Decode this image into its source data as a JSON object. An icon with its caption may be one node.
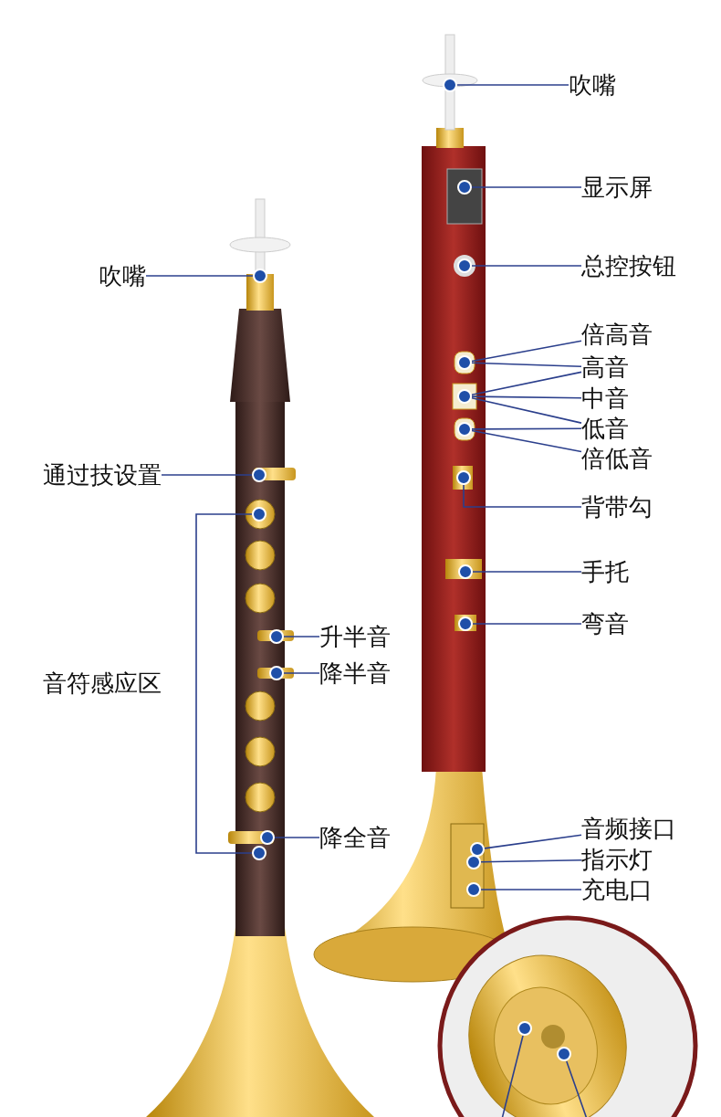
{
  "diagram": {
    "nodes": [
      {
        "text": [
          "吹嘴"
        ]
      },
      {
        "text": [],
        "shape": "circle"
      },
      {
        "text": [
          "显示屏"
        ]
      },
      {
        "text": [],
        "shape": "circle"
      },
      {
        "text": [
          "总控按钮"
        ]
      },
      {
        "text": [],
        "shape": "circle"
      },
      {
        "text": [
          "吹嘴"
        ]
      },
      {
        "text": [],
        "shape": "circle"
      },
      {
        "text": [
          "倍高音"
        ]
      },
      {
        "text": [
          "高音"
        ]
      },
      {
        "text": [
          "中音"
        ]
      },
      {
        "text": [
          "低音"
        ]
      },
      {
        "text": [
          "倍低音"
        ]
      },
      {
        "text": [],
        "shape": "circle"
      },
      {
        "text": [],
        "shape": "circle"
      },
      {
        "text": [],
        "shape": "circle"
      },
      {
        "text": [
          "通过技设置"
        ]
      },
      {
        "text": [],
        "shape": "circle"
      },
      {
        "text": [
          "背带勾"
        ]
      },
      {
        "text": [],
        "shape": "circle"
      },
      {
        "text": [],
        "shape": "circle"
      },
      {
        "text": [
          "手托"
        ]
      },
      {
        "text": [],
        "shape": "circle"
      },
      {
        "text": [
          "弯音"
        ]
      },
      {
        "text": [],
        "shape": "circle"
      },
      {
        "text": [
          "升半音"
        ]
      },
      {
        "text": [],
        "shape": "circle"
      },
      {
        "text": [
          "降半音"
        ]
      },
      {
        "text": [],
        "shape": "circle"
      },
      {
        "text": [
          "降全音"
        ]
      },
      {
        "text": [],
        "shape": "circle"
      },
      {
        "text": [],
        "shape": "circle"
      },
      {
        "text": [
          "音频接口"
        ]
      },
      {
        "text": [],
        "shape": "circle"
      },
      {
        "text": [
          "指示灯"
        ]
      },
      {
        "text": [],
        "shape": "circle"
      },
      {
        "text": [
          "充电口"
        ]
      },
      {
        "text": [],
        "shape": "circle"
      },
      {
        "text": [],
        "shape": "circle"
      },
      {
        "text": [],
        "shape": "circle"
      }
    ],
    "edges": [
      {
        "from": 0,
        "to": 1,
        "arrow": "none"
      },
      {
        "from": 2,
        "to": 3,
        "arrow": "none"
      },
      {
        "from": 4,
        "to": 5,
        "arrow": "none"
      },
      {
        "from": 6,
        "to": 7,
        "arrow": "none"
      },
      {
        "from": 8,
        "to": 13,
        "arrow": "none"
      },
      {
        "from": 9,
        "to": 13,
        "arrow": "none"
      },
      {
        "from": 9,
        "to": 14,
        "arrow": "none"
      },
      {
        "from": 10,
        "to": 14,
        "arrow": "none"
      },
      {
        "from": 11,
        "to": 14,
        "arrow": "none"
      },
      {
        "from": 11,
        "to": 15,
        "arrow": "none"
      },
      {
        "from": 12,
        "to": 15,
        "arrow": "none"
      },
      {
        "from": 16,
        "to": 17,
        "arrow": "none"
      },
      {
        "from": 18,
        "to": 19,
        "arrow": "none"
      },
      {
        "from": 20,
        "to": 31,
        "arrow": "none"
      },
      {
        "from": 21,
        "to": 22,
        "arrow": "none"
      },
      {
        "from": 23,
        "to": 24,
        "arrow": "none"
      },
      {
        "from": 25,
        "to": 26,
        "arrow": "none"
      },
      {
        "from": 27,
        "to": 28,
        "arrow": "none"
      },
      {
        "from": 29,
        "to": 30,
        "arrow": "none"
      },
      {
        "from": 32,
        "to": 33,
        "arrow": "none"
      },
      {
        "from": 34,
        "to": 35,
        "arrow": "none"
      },
      {
        "from": 36,
        "to": 37,
        "arrow": "none"
      },
      {
        "from": null,
        "to": 38,
        "arrow": "none"
      },
      {
        "from": null,
        "to": 39,
        "arrow": "none"
      }
    ],
    "labels": [
      "音符感应区"
    ]
  }
}
